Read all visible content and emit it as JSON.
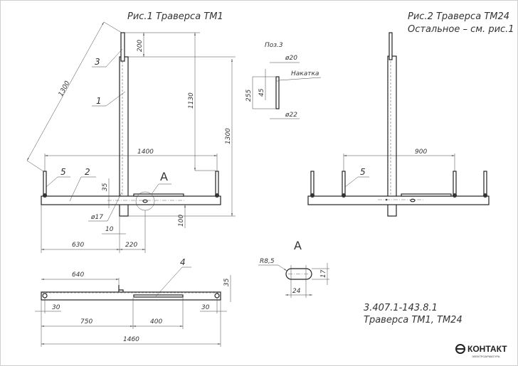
{
  "fig1": {
    "title": "Рис.1  Траверса ТМ1",
    "dims": {
      "diag": "1300",
      "top": "200",
      "mid": "1130",
      "height": "1300",
      "width": "1400",
      "thick": "35",
      "hole": "ø17",
      "offset": "10",
      "base": "100",
      "left": "630",
      "right": "220"
    },
    "callouts": {
      "p1": "1",
      "p2": "2",
      "p3": "3",
      "p5": "5",
      "view": "A"
    }
  },
  "fig2": {
    "title": "Рис.2  Траверса ТМ24",
    "subtitle": "Остальное – см. рис.1",
    "dims": {
      "width": "900"
    },
    "callouts": {
      "p5": "5"
    }
  },
  "pos3": {
    "title": "Поз.3",
    "d_top": "ø20",
    "d_bottom": "ø22",
    "knurl": "Накатка",
    "length": "255",
    "knurl_len": "45"
  },
  "viewA": {
    "title": "A",
    "radius": "R8,5",
    "height": "17",
    "width": "24"
  },
  "plan": {
    "callout": "4",
    "dims": {
      "offset": "640",
      "thick": "35",
      "edge_left": "30",
      "edge_right": "30",
      "left": "750",
      "plate": "400",
      "total": "1460"
    }
  },
  "titleblock": {
    "code": "3.407.1-143.8.1",
    "name": "Траверса ТМ1, ТМ24"
  },
  "logo": {
    "name": "КОНТАКТ",
    "sub": "ЭЛЕКТРОАРМАТУРА"
  }
}
